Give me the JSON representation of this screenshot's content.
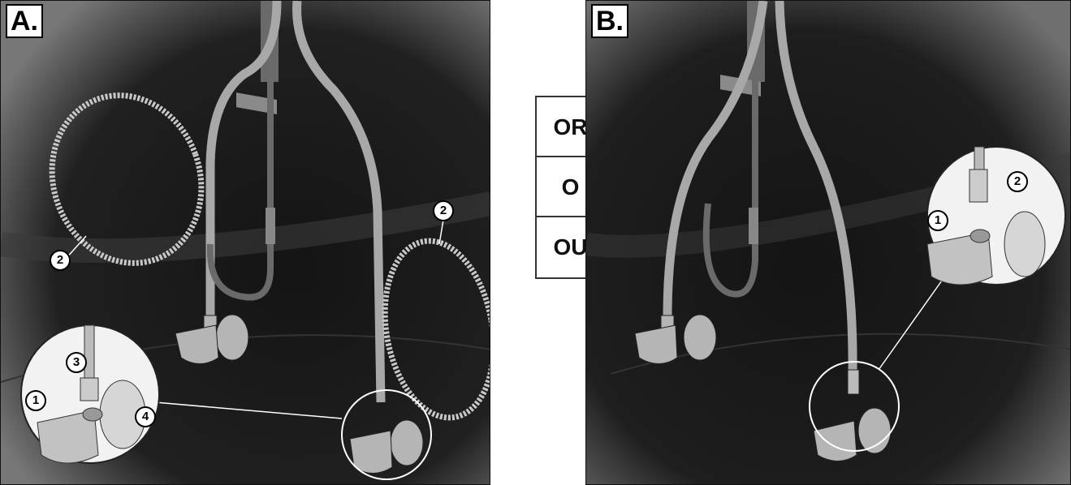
{
  "panels": {
    "a": {
      "label": "A."
    },
    "b": {
      "label": "B."
    }
  },
  "callouts": {
    "a_coil_left": "2",
    "a_coil_right": "2",
    "a_detail_3": "3",
    "a_detail_1": "1",
    "a_detail_4": "4",
    "b_detail_2": "2",
    "b_detail_1": "1"
  },
  "or_box": [
    "OR",
    "O",
    "OU"
  ],
  "colors": {
    "background": "#0a0a0a",
    "hose": "#9a9a9a",
    "hose_dark": "#555555"
  }
}
